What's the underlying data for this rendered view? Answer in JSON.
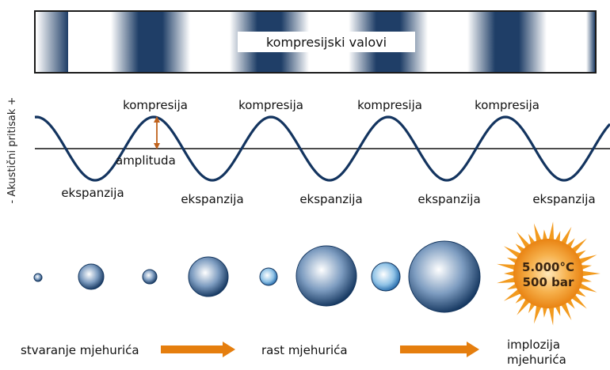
{
  "compression_bar": {
    "label": "kompresijski valovi"
  },
  "wave": {
    "y_axis_label": "- Akustični pritisak +",
    "compression_labels": [
      "kompresija",
      "kompresija",
      "kompresija",
      "kompresija"
    ],
    "expansion_labels": [
      "ekspanzija",
      "ekspanzija",
      "ekspanzija",
      "ekspanzija",
      "ekspanzija"
    ],
    "amplitude_label": "amplituda"
  },
  "implosion": {
    "temperature": "5.000°C",
    "pressure": "500 bar"
  },
  "stages": {
    "formation": "stvaranje mjehurića",
    "growth": "rast mjehurića",
    "implosion_line1": "implozija",
    "implosion_line2": "mjehurića"
  },
  "colors": {
    "navy": "#13345f",
    "bubble_light": "#ffffff",
    "arrow": "#e57e0e",
    "burst": "#f29a1e",
    "amplitude_arrow": "#c0621c"
  }
}
